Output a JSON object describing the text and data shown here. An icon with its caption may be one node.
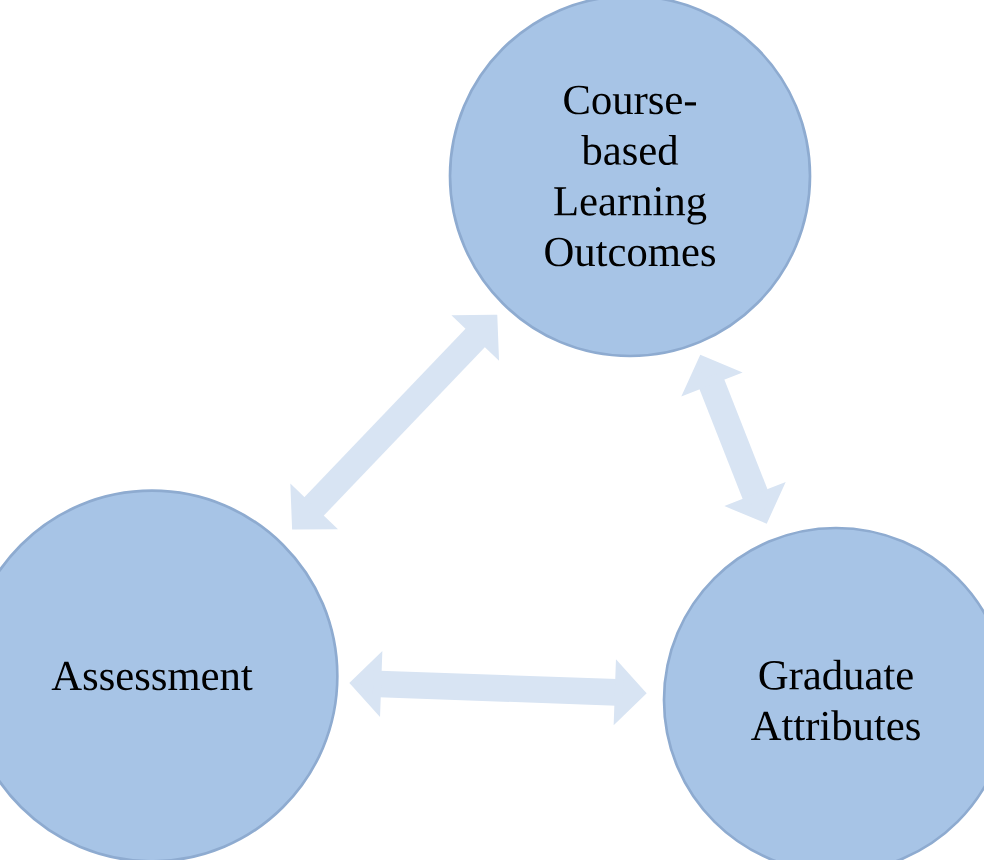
{
  "diagram": {
    "nodes": [
      {
        "text": [
          "Course-based Learning Outcomes"
        ]
      },
      {
        "text": [
          "Assessment"
        ]
      },
      {
        "text": [
          "Graduate Attributes"
        ]
      }
    ],
    "edges": [
      {
        "from": 0,
        "to": 1,
        "arrow": "both"
      },
      {
        "from": 0,
        "to": 2,
        "arrow": "both"
      },
      {
        "from": 1,
        "to": 2,
        "arrow": "both"
      }
    ]
  }
}
